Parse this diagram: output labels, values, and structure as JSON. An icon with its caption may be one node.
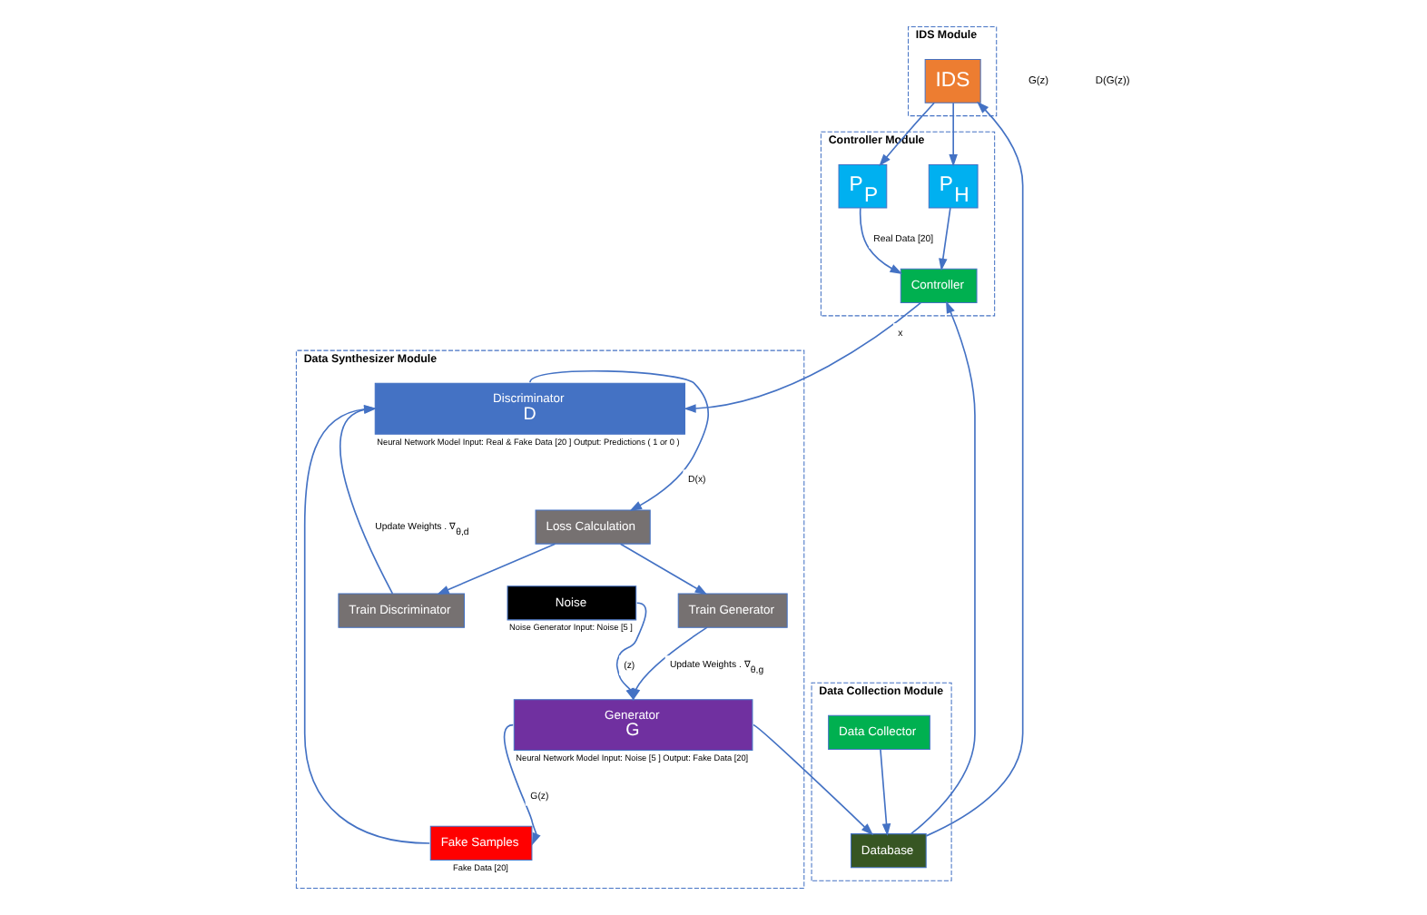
{
  "diagram": {
    "nodes": [
      {
        "text": [
          "IDS Module"
        ]
      },
      {
        "text": [
          "IDS"
        ],
        "in": 0
      },
      {
        "text": [
          "Controller Module"
        ]
      },
      {
        "text": [
          "P$_{P}$"
        ],
        "in": 2
      },
      {
        "text": [
          "P$_{H}$"
        ],
        "in": 2
      },
      {
        "text": [
          "Controller"
        ],
        "in": 2
      },
      {
        "text": [
          "Data Collection Module"
        ]
      },
      {
        "text": [
          "Data Collector"
        ],
        "in": 6
      },
      {
        "text": [
          "Database"
        ],
        "in": 6
      },
      {
        "text": [
          "Data Synthesizer Module"
        ]
      },
      {
        "text": [
          "Noise"
        ],
        "in": 9,
        "beside": [
          "Noise Generator Input: Noise [5 ]"
        ]
      },
      {
        "text": [
          "Generator",
          "G"
        ],
        "in": 9,
        "beside": [
          "Neural Network Model Input: Noise [5 ] Output: Fake Data [20]"
        ]
      },
      {
        "text": [
          "Fake Samples"
        ],
        "in": 9,
        "beside": [
          "Fake Data [20]"
        ]
      },
      {
        "text": [
          "Discriminator",
          "D"
        ],
        "in": 9,
        "beside": [
          "Neural Network Model Input: Real & Fake Data [20 ] Output: Predictions ( 1 or 0 )"
        ]
      },
      {
        "text": [
          "Loss Calculation"
        ],
        "in": 9
      },
      {
        "text": [
          "Train Discriminator"
        ],
        "in": 9
      },
      {
        "text": [
          "Train Generator"
        ],
        "in": 9
      }
    ],
    "edges": [
      {
        "from": 1,
        "to": 3,
        "arrow": "to"
      },
      {
        "from": 1,
        "to": 4,
        "arrow": "to"
      },
      {
        "from": 3,
        "to": 5,
        "arrow": "to",
        "label": "Real Data [20]"
      },
      {
        "from": 4,
        "to": 5,
        "arrow": "to"
      },
      {
        "from": 7,
        "to": 8,
        "arrow": "to"
      },
      {
        "from": 8,
        "to": 1,
        "arrow": "to"
      },
      {
        "from": 8,
        "to": 5,
        "arrow": "to"
      },
      {
        "from": 5,
        "to": 13,
        "arrow": "to",
        "label": "x"
      },
      {
        "from": 11,
        "to": 8,
        "arrow": "to"
      },
      {
        "from": 10,
        "to": 11,
        "arrow": "to",
        "label": "(z)"
      },
      {
        "from": 11,
        "to": 12,
        "arrow": "to",
        "label": "G(z)"
      },
      {
        "from": 12,
        "to": 13,
        "arrow": "to"
      },
      {
        "from": 13,
        "to": 14,
        "arrow": "to",
        "label": "D(x)"
      },
      {
        "from": 14,
        "to": 15,
        "arrow": "to"
      },
      {
        "from": 14,
        "to": 16,
        "arrow": "to"
      },
      {
        "from": 15,
        "to": 13,
        "arrow": "to",
        "label": "Update Weights . ∇$_{θ,d}$"
      },
      {
        "from": 16,
        "to": 11,
        "arrow": "to",
        "label": "Update Weights . ∇$_{θ,g}$"
      }
    ],
    "labels": [
      "G(z)",
      "D(G(z))"
    ]
  }
}
